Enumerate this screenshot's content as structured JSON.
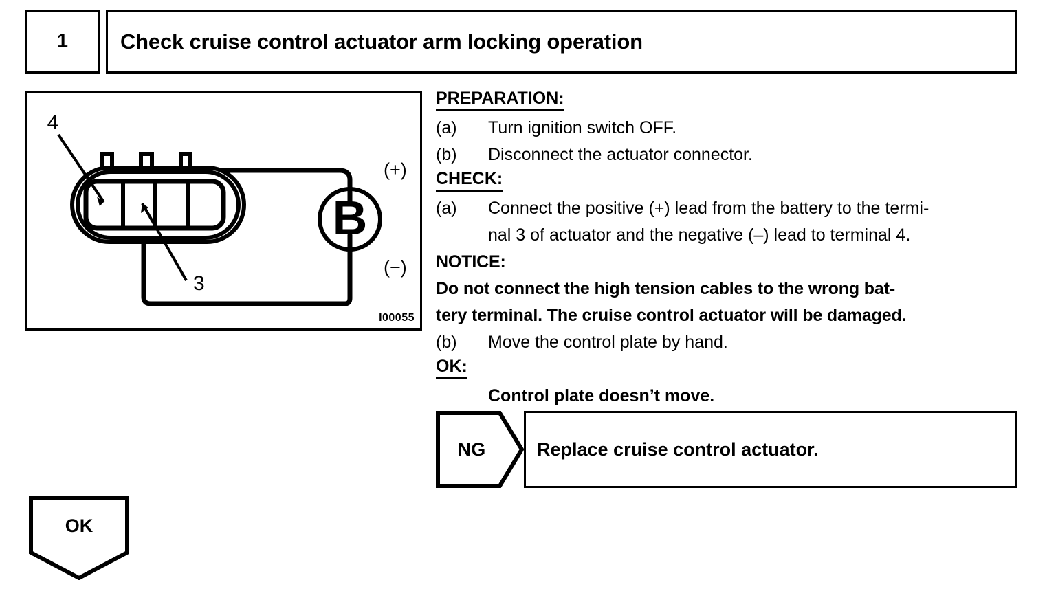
{
  "step": {
    "number": "1",
    "title": "Check cruise control actuator arm locking operation"
  },
  "figure": {
    "code": "I00055",
    "battery_symbol": "B",
    "positive_label": "(+)",
    "negative_label": "(−)",
    "terminal_callout_upper": "4",
    "terminal_callout_lower": "3",
    "alt": "Actuator connector with terminals 3 and 4 wired to battery"
  },
  "sections": {
    "preparation": {
      "heading": "PREPARATION:",
      "items": [
        {
          "label": "(a)",
          "text": "Turn ignition switch OFF."
        },
        {
          "label": "(b)",
          "text": "Disconnect the actuator connector."
        }
      ]
    },
    "check": {
      "heading": "CHECK:",
      "item_a_label": "(a)",
      "item_a_line1": "Connect the positive (+) lead from the battery to the termi-",
      "item_a_line2": "nal 3 of actuator and the negative (–) lead to terminal 4."
    },
    "notice": {
      "heading": "NOTICE:",
      "line1": "Do not connect the high tension cables to the wrong bat-",
      "line2": "tery terminal. The cruise control actuator will be damaged."
    },
    "check_b": {
      "label": "(b)",
      "text": "Move the control plate by hand."
    },
    "ok": {
      "heading": "OK:",
      "result": "Control plate doesn’t move."
    }
  },
  "branches": {
    "ng": {
      "tag": "NG",
      "action": "Replace cruise control actuator."
    },
    "ok": {
      "tag": "OK"
    }
  },
  "colors": {
    "ink": "#000000",
    "paper": "#ffffff"
  }
}
